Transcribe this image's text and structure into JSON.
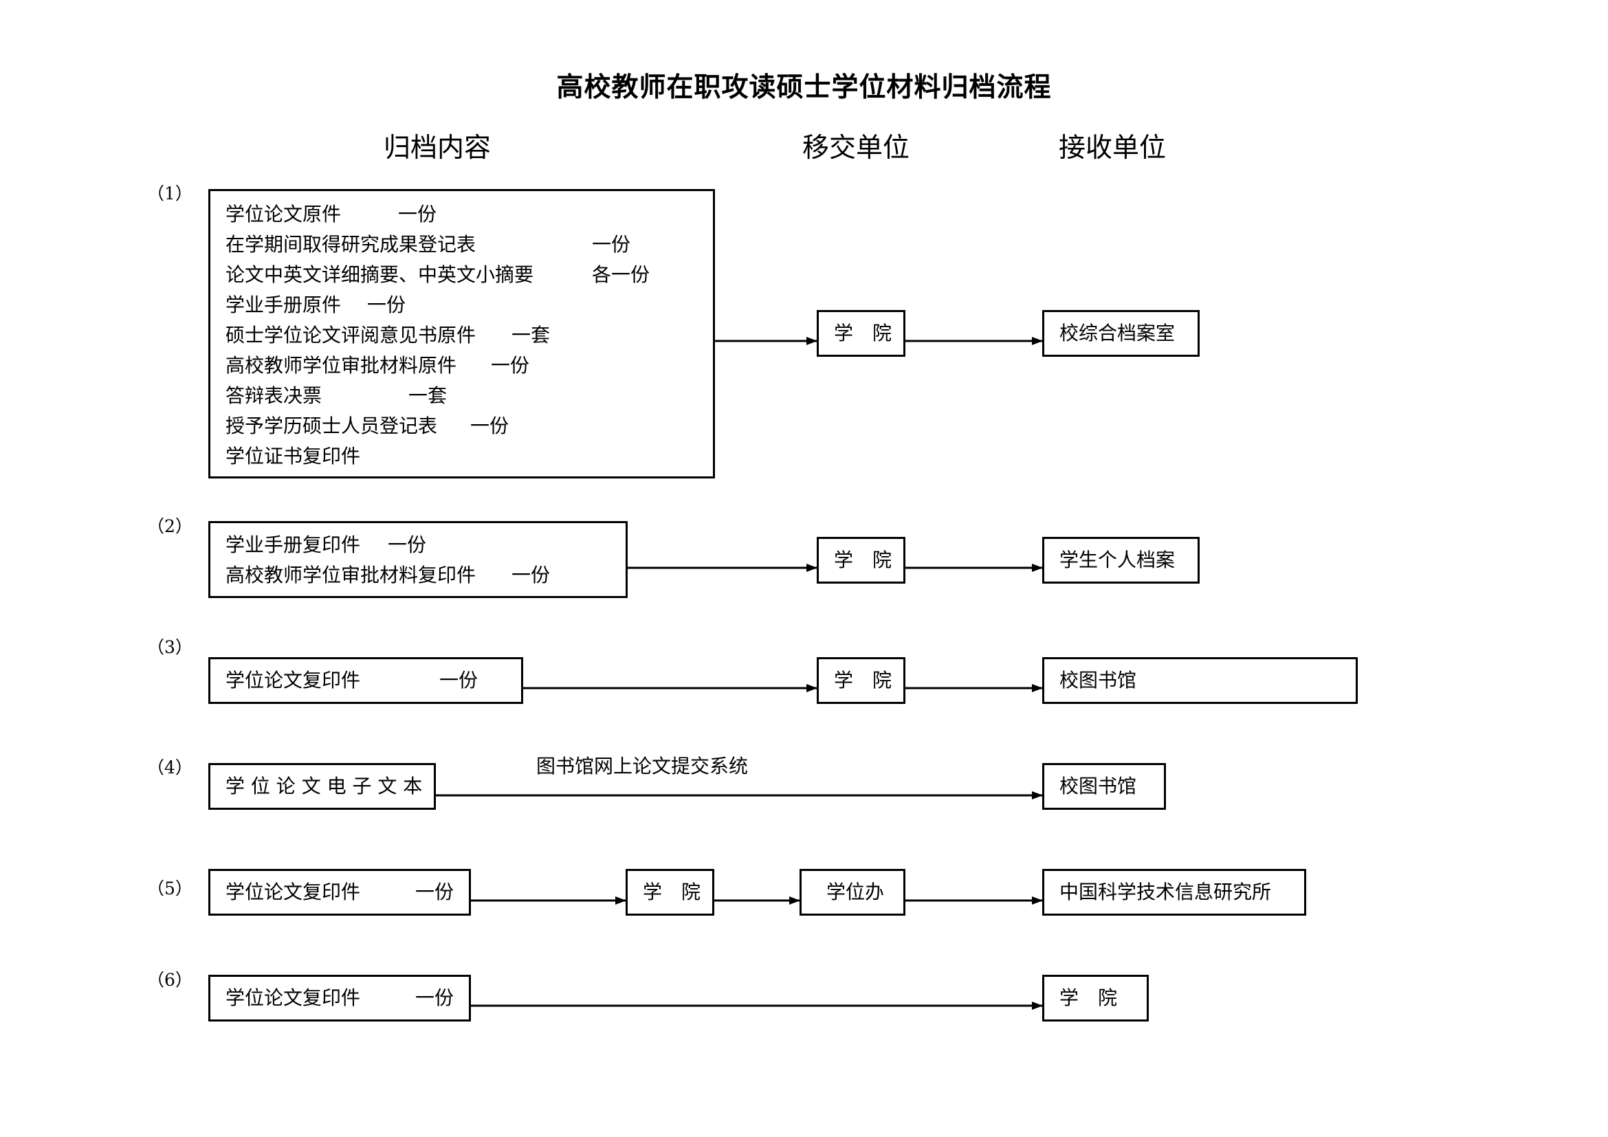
{
  "title": "高校教师在职攻读硕士学位材料归档流程",
  "headers": {
    "content": "归档内容",
    "transfer": "移交单位",
    "receive": "接收单位"
  },
  "rows": [
    {
      "num": "（1）",
      "items": [
        {
          "name": "学位论文原件",
          "qty": "一份"
        },
        {
          "name": "在学期间取得研究成果登记表",
          "qty": "一份"
        },
        {
          "name": "论文中英文详细摘要、中英文小摘要",
          "qty": "各一份"
        },
        {
          "name": "学业手册原件",
          "qty": "一份"
        },
        {
          "name": "硕士学位论文评阅意见书原件",
          "qty": "一套"
        },
        {
          "name": "高校教师学位审批材料原件",
          "qty": "一份"
        },
        {
          "name": "答辩表决票",
          "qty": "一套"
        },
        {
          "name": "授予学历硕士人员登记表",
          "qty": "一份"
        },
        {
          "name": "学位证书复印件",
          "qty": ""
        }
      ],
      "transfer": "学　院",
      "receive": "校综合档案室"
    },
    {
      "num": "（2）",
      "items": [
        {
          "name": "学业手册复印件",
          "qty": "一份"
        },
        {
          "name": "高校教师学位审批材料复印件",
          "qty": "一份"
        }
      ],
      "transfer": "学　院",
      "receive": "学生个人档案"
    },
    {
      "num": "（3）",
      "items": [
        {
          "name": "学位论文复印件",
          "qty": "一份"
        }
      ],
      "transfer": "学　院",
      "receive": "校图书馆"
    },
    {
      "num": "（4）",
      "items": [
        {
          "name": "学 位 论 文 电 子 文 本",
          "qty": ""
        }
      ],
      "channel": "图书馆网上论文提交系统",
      "receive": "校图书馆"
    },
    {
      "num": "（5）",
      "items": [
        {
          "name": "学位论文复印件",
          "qty": "一份"
        }
      ],
      "transfer": "学　院",
      "transfer2": "学位办",
      "receive": "中国科学技术信息研究所"
    },
    {
      "num": "（6）",
      "items": [
        {
          "name": "学位论文复印件",
          "qty": "一份"
        }
      ],
      "receive": "学　院"
    }
  ]
}
